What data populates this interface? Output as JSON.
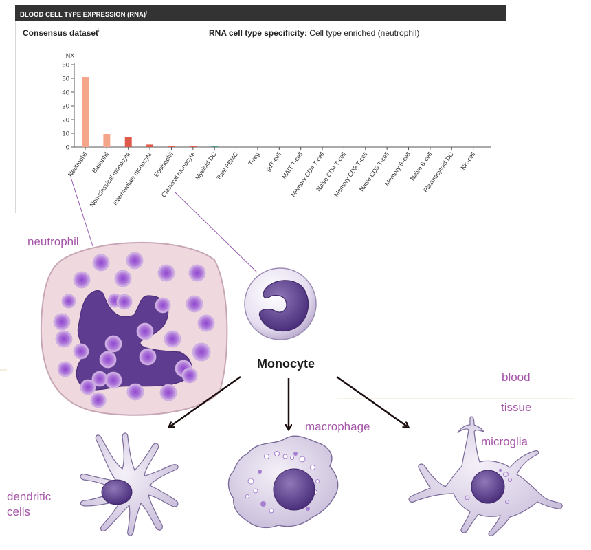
{
  "header": {
    "title": "BLOOD CELL TYPE EXPRESSION (RNA)",
    "info_mark": "i"
  },
  "dataset": {
    "label": "Consensus dataset",
    "info_mark": "i"
  },
  "specificity": {
    "label": "RNA cell type specificity:",
    "value": "Cell type enriched (neutrophil)"
  },
  "chart_data": {
    "type": "bar",
    "ylabel": "NX",
    "ylim": [
      0,
      60
    ],
    "yticks": [
      0,
      10,
      20,
      30,
      40,
      50,
      60
    ],
    "categories": [
      "Neutrophil",
      "Basophil",
      "Non-classical monocyte",
      "Intermediate monocyte",
      "Eosinophil",
      "Classical monocyte",
      "Myeloid DC",
      "Total PBMC",
      "T-reg",
      "gdT-cell",
      "MAIT T-cell",
      "Memory CD4 T-cell",
      "Naive CD4 T-cell",
      "Memory CD8 T-cell",
      "Naive CD8 T-cell",
      "Memory B-cell",
      "Naive B-cell",
      "Plasmacytoid DC",
      "NK-cell"
    ],
    "values": [
      51,
      9.5,
      7,
      1.8,
      0.6,
      0.8,
      0.5,
      0.4,
      0,
      0,
      0,
      0,
      0,
      0,
      0,
      0,
      0,
      0,
      0
    ],
    "colors": [
      "#f4a58a",
      "#f4a58a",
      "#e05a4c",
      "#e05a4c",
      "#e05a4c",
      "#e05a4c",
      "#4f9a8e",
      "#9a9a9a",
      "#8cb4d9",
      "#8cb4d9",
      "#8cb4d9",
      "#8cb4d9",
      "#8cb4d9",
      "#8cb4d9",
      "#8cb4d9",
      "#6fb36f",
      "#6fb36f",
      "#4f9a8e",
      "#8cb4d9"
    ]
  },
  "labels": {
    "neutrophil": "neutrophil",
    "monocyte": "Monocyte",
    "blood": "blood",
    "tissue": "tissue",
    "macrophage": "macrophage",
    "microglia": "microglia",
    "dendritic": [
      "dendritic",
      "cells"
    ]
  },
  "colors": {
    "label_purple": "#a455a8",
    "nucleus": "#5e3d91",
    "neutrophil_cytoplasm": "#f0d8df",
    "granule": "#9a53cf",
    "cell_body": "#ddd3e8"
  }
}
